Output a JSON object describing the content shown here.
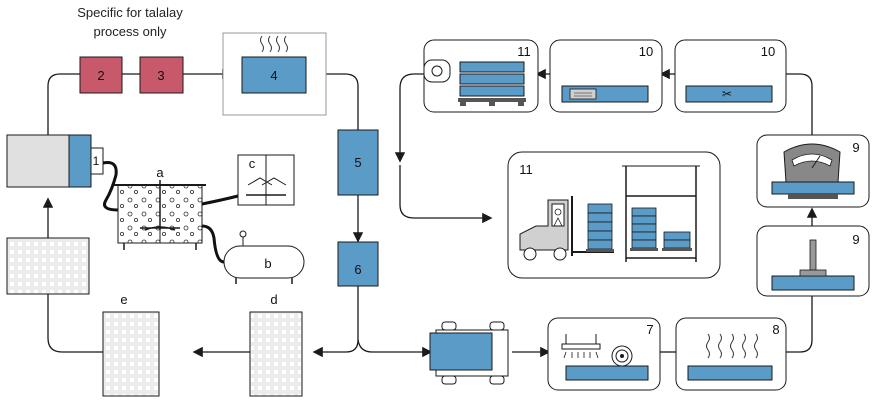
{
  "note": {
    "line1": "Specific for talalay",
    "line2": "process only"
  },
  "labels": {
    "s1": "1",
    "s2": "2",
    "s3": "3",
    "s4": "4",
    "s5": "5",
    "s6": "6",
    "s7": "7",
    "s8": "8",
    "s9a": "9",
    "s9b": "9",
    "s10a": "10",
    "s10b": "10",
    "s11a": "11",
    "s11b": "11",
    "a": "a",
    "b": "b",
    "c": "c",
    "d": "d",
    "e": "e"
  },
  "colors": {
    "blue": "#5b9bc8",
    "red": "#c8596b",
    "line": "#1a1a1a",
    "grey": "#e0e0e0"
  }
}
